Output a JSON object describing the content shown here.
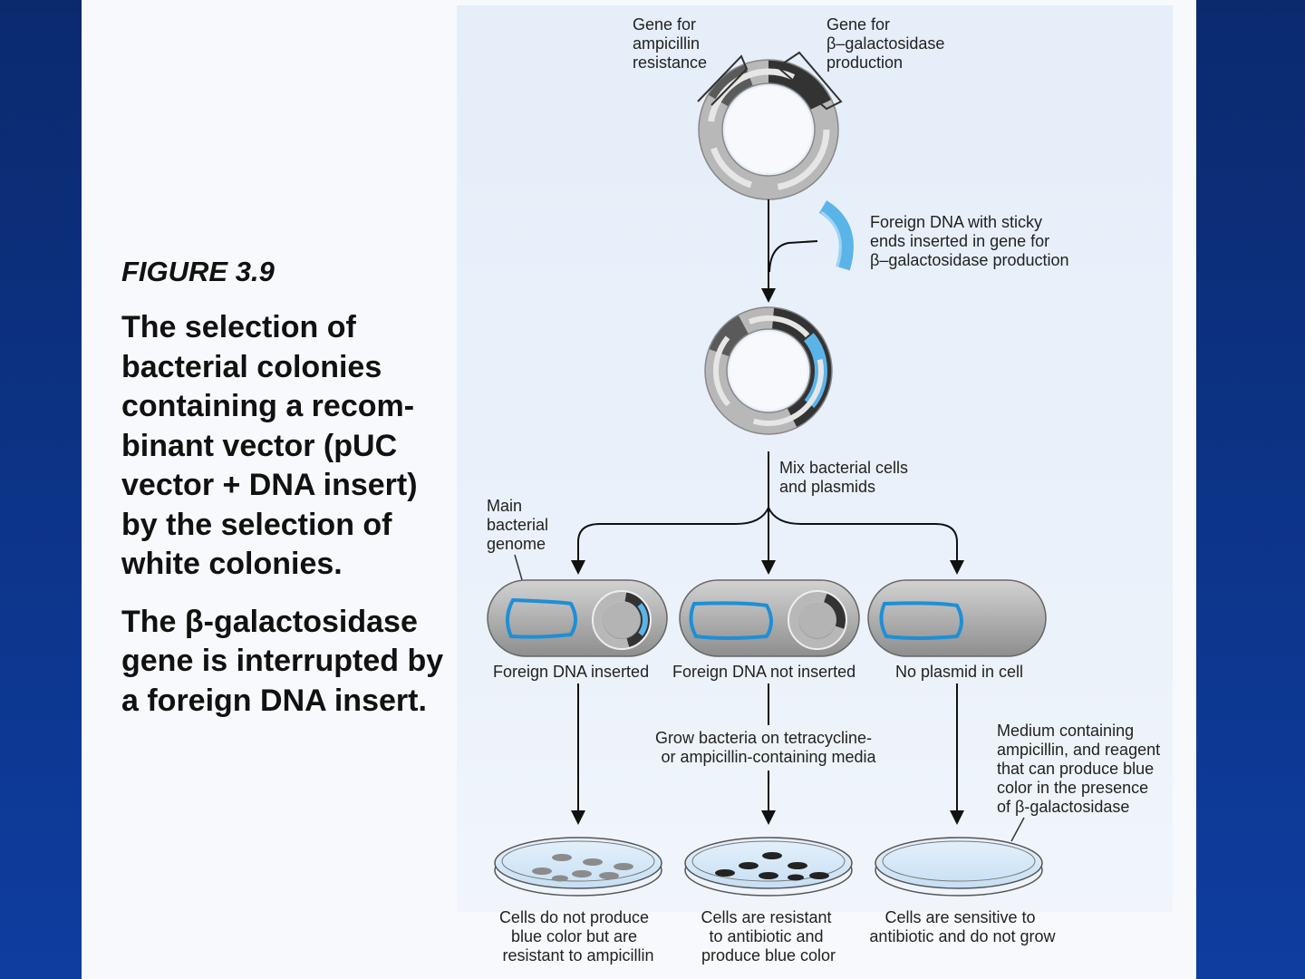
{
  "figure": {
    "label": "FIGURE 3.9",
    "caption_main": "The selection of bacterial colonies containing a recom-binant vector (pUC vector + DNA insert) by the selection of white colonies.",
    "caption_sub": "The β-galactosidase gene is interrupted by a foreign DNA insert."
  },
  "diagram": {
    "amp_label": [
      "Gene for",
      "ampicillin",
      "resistance"
    ],
    "bgal_label": [
      "Gene for",
      "β–galactosidase",
      "production"
    ],
    "foreign_label": [
      "Foreign DNA with sticky",
      "ends inserted in gene for",
      "β–galactosidase production"
    ],
    "mix_label": [
      "Mix bacterial cells",
      "and plasmids"
    ],
    "genome_label": [
      "Main",
      "bacterial",
      "genome"
    ],
    "cell_labels": [
      "Foreign DNA inserted",
      "Foreign DNA not inserted",
      "No plasmid in cell"
    ],
    "grow_label": [
      "Grow bacteria on  tetracycline-",
      "or ampicillin-containing media"
    ],
    "medium_label": [
      "Medium containing",
      "ampicillin, and reagent",
      "that can produce blue",
      "color in the presence",
      "of β-galactosidase"
    ],
    "result_labels": [
      [
        "Cells do not produce",
        "blue color but are",
        "resistant to ampicillin"
      ],
      [
        "Cells are resistant",
        "to antibiotic and",
        "produce blue color"
      ],
      [
        "Cells are sensitive to",
        "antibiotic and do not grow"
      ]
    ],
    "colors": {
      "foreign_dna": "#5ab4e8",
      "genome": "#1e8fd6",
      "dark_segment": "#333333"
    }
  }
}
